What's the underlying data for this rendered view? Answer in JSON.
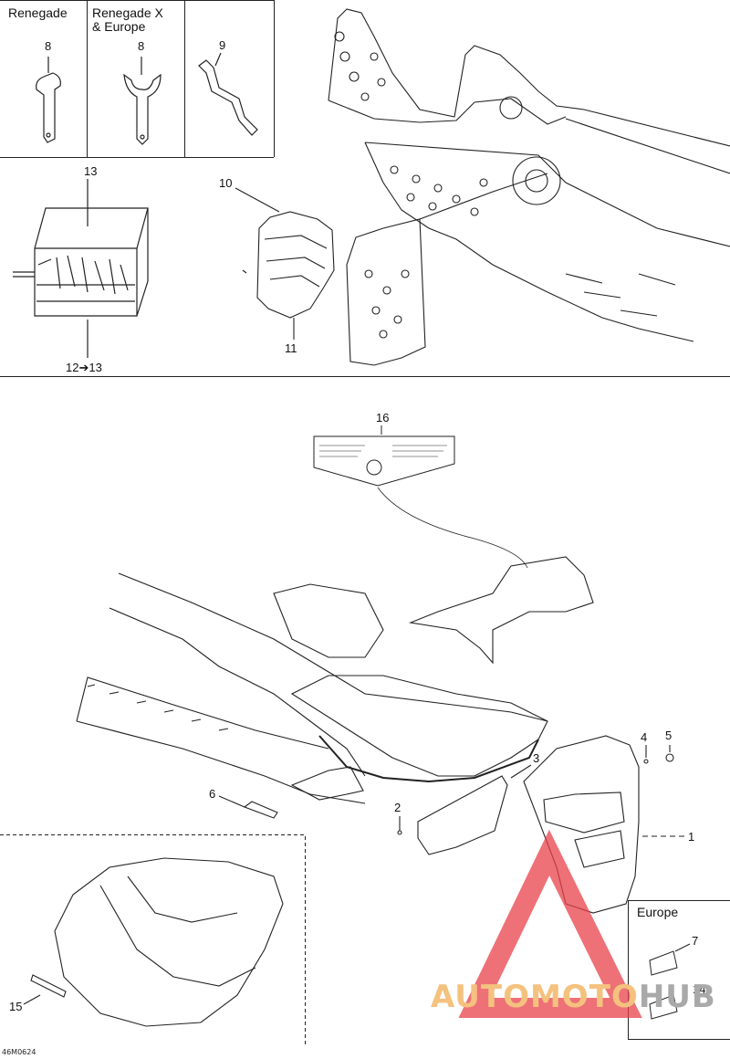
{
  "variants": {
    "renegade": "Renegade",
    "renegade_x_line1": "Renegade X",
    "renegade_x_line2": "& Europe",
    "europe": "Europe"
  },
  "callouts": {
    "c1": "1",
    "c2": "2",
    "c3": "3",
    "c4": "4",
    "c5": "5",
    "c6": "6",
    "c7": "7",
    "c8a": "8",
    "c8b": "8",
    "c9": "9",
    "c10": "10",
    "c11": "11",
    "c12_13": "12➔13",
    "c13": "13",
    "c14": "14",
    "c15": "15",
    "c16": "16"
  },
  "figure_ref": "46M0624",
  "watermark": {
    "part1": "AUTOMOTO",
    "part2": "HUB",
    "color_orange": "#f4c27e",
    "color_grey": "#a9a9a9",
    "triangle_color": "#e8424a"
  }
}
